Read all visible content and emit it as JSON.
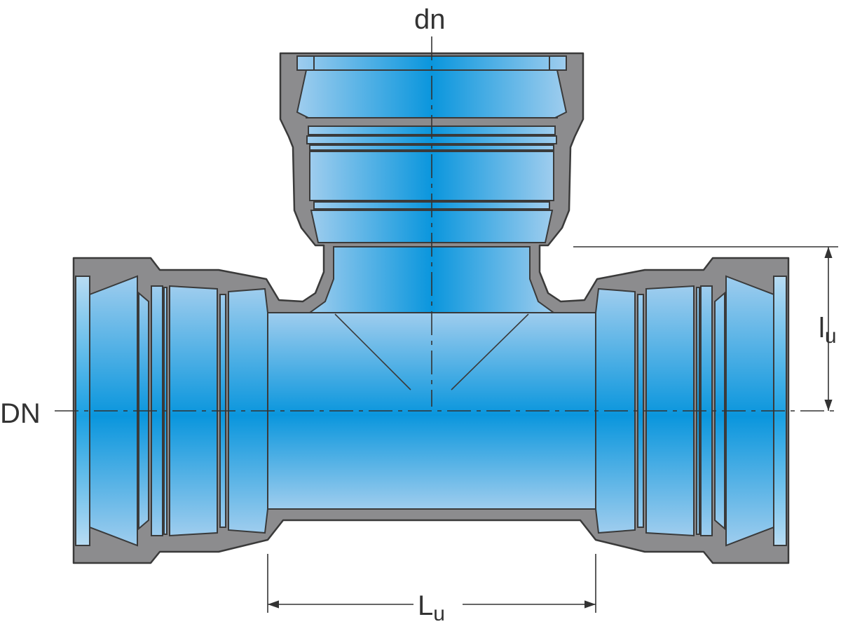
{
  "labels": {
    "branch_diameter": "dn",
    "main_diameter": "DN",
    "branch_length_main": "l",
    "branch_length_sub": "u",
    "main_length_main": "L",
    "main_length_sub": "u"
  },
  "colors": {
    "body": "#8c8c8e",
    "outline": "#3a3a3a",
    "bore_center": "#0a96dd",
    "bore_edge": "#9fcdee",
    "dimension": "#333333"
  }
}
